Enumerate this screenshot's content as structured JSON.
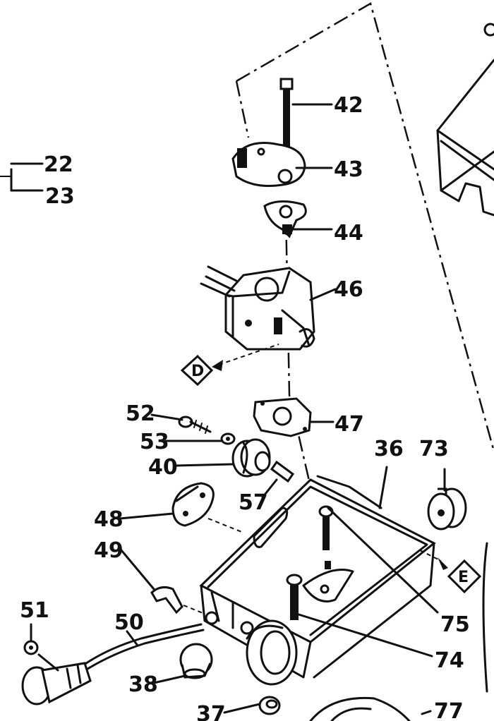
{
  "callouts": [
    {
      "id": "c22",
      "text": "22"
    },
    {
      "id": "c23",
      "text": "23"
    },
    {
      "id": "c42",
      "text": "42"
    },
    {
      "id": "c43",
      "text": "43"
    },
    {
      "id": "c44",
      "text": "44"
    },
    {
      "id": "c46",
      "text": "46"
    },
    {
      "id": "c47",
      "text": "47"
    },
    {
      "id": "c52",
      "text": "52"
    },
    {
      "id": "c53",
      "text": "53"
    },
    {
      "id": "c40",
      "text": "40"
    },
    {
      "id": "c57",
      "text": "57"
    },
    {
      "id": "c36",
      "text": "36"
    },
    {
      "id": "c73",
      "text": "73"
    },
    {
      "id": "c48",
      "text": "48"
    },
    {
      "id": "c49",
      "text": "49"
    },
    {
      "id": "c75",
      "text": "75"
    },
    {
      "id": "c74",
      "text": "74"
    },
    {
      "id": "c51",
      "text": "51"
    },
    {
      "id": "c50",
      "text": "50"
    },
    {
      "id": "c38",
      "text": "38"
    },
    {
      "id": "c37",
      "text": "37"
    },
    {
      "id": "c77",
      "text": "77"
    }
  ],
  "markers": {
    "d": "D",
    "e": "E"
  }
}
